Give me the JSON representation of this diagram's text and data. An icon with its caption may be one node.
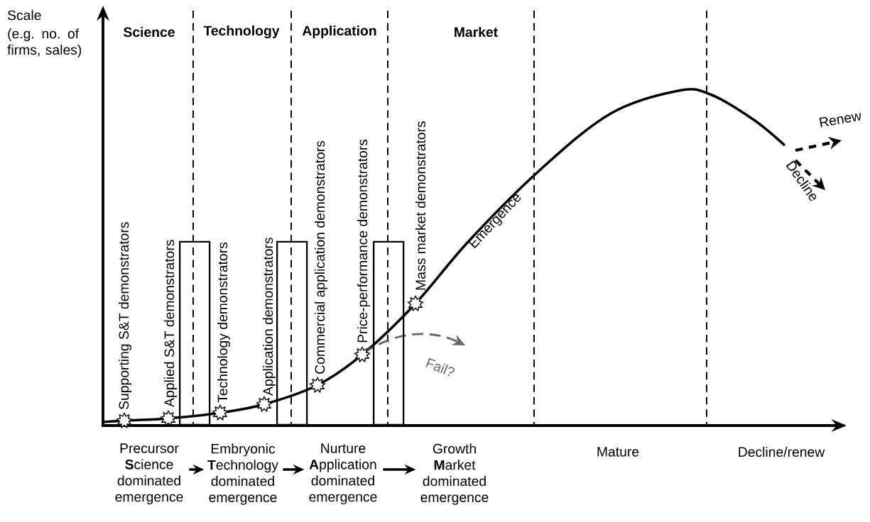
{
  "diagram": {
    "nodes": [
      {
        "text": [
          "Precursor",
          "**S**cience dominated emergence"
        ]
      },
      {
        "text": [
          "Embryonic",
          "**T**echnology dominated emergence"
        ]
      },
      {
        "text": [
          "Nurture",
          "**A**pplication dominated emergence"
        ]
      },
      {
        "text": [
          "Growth",
          "**M**arket dominated emergence"
        ]
      },
      {
        "text": [],
        "shape": "box"
      },
      {
        "text": [],
        "shape": "box"
      },
      {
        "text": [],
        "shape": "box"
      }
    ],
    "edges": [
      {
        "from": 0,
        "to": 1,
        "arrow": "to"
      },
      {
        "from": 1,
        "to": 2,
        "arrow": "to"
      },
      {
        "from": 2,
        "to": 3,
        "arrow": "to"
      }
    ],
    "labels": [
      "Scale",
      "(e.g. no. of firms, sales)",
      "Science",
      "Technology",
      "Application",
      "Market",
      "Supporting S&T demonstrators",
      "Applied S&T demonstrators",
      "Technology demonstrators",
      "Application demonstrators",
      "Commercial application demonstrators",
      "Price-performance demonstrators",
      "Mass market demonstrators",
      "Emergence",
      "Renew",
      "Decline",
      "Fail?",
      "Mature",
      "Decline/renew"
    ]
  }
}
